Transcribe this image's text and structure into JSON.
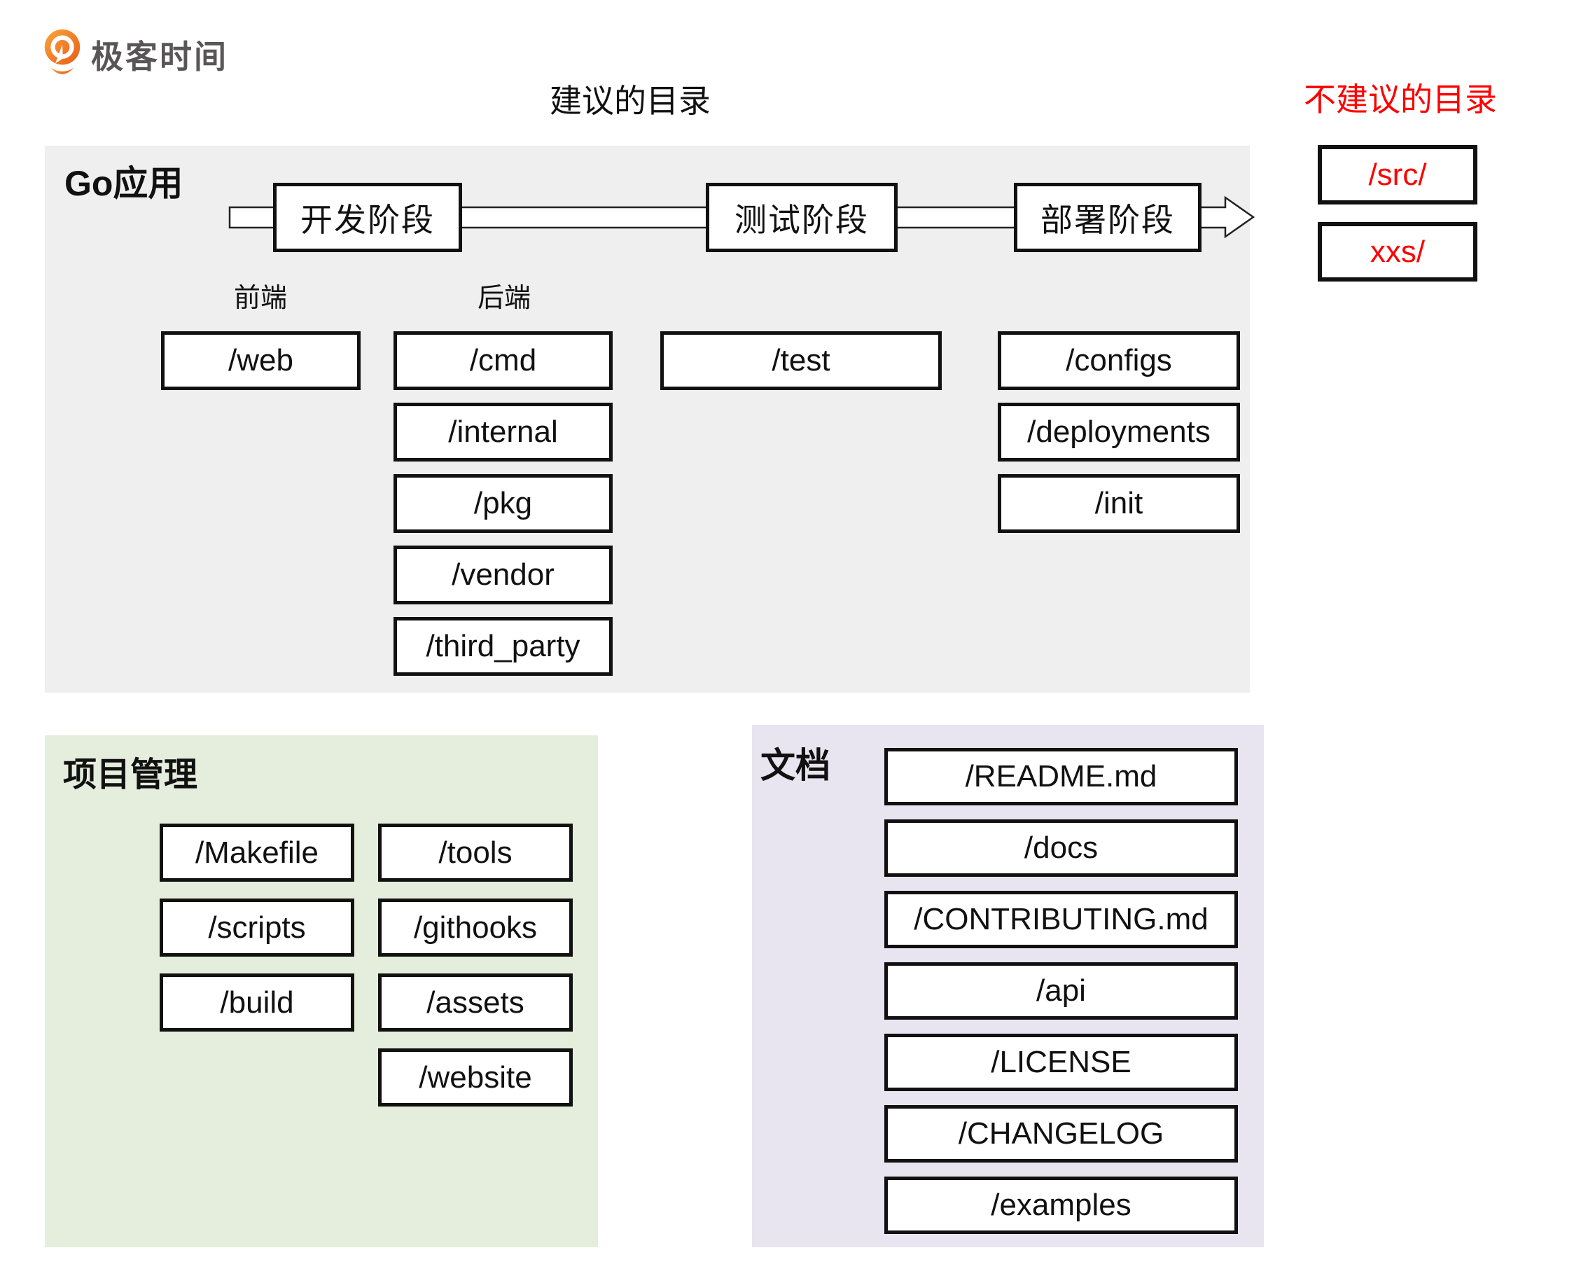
{
  "logo": {
    "brand": "极客时间",
    "icon": "geektime-pin-icon"
  },
  "titles": {
    "recommended": "建议的目录",
    "not_recommended": "不建议的目录"
  },
  "colors": {
    "accent_red": "#fe0000",
    "panel_gray": "#efefef",
    "panel_green": "#e5eedd",
    "panel_lavender": "#e8e5f0",
    "box_border": "#111111",
    "logo_orange": "#ed6a1d",
    "logo_text_gray": "#595657"
  },
  "go_app": {
    "label": "Go应用",
    "stages": [
      "开发阶段",
      "测试阶段",
      "部署阶段"
    ],
    "frontend_label": "前端",
    "backend_label": "后端",
    "frontend_dirs": [
      "/web"
    ],
    "backend_dirs": [
      "/cmd",
      "/internal",
      "/pkg",
      "/vendor",
      "/third_party"
    ],
    "test_dirs": [
      "/test"
    ],
    "deploy_dirs": [
      "/configs",
      "/deployments",
      "/init"
    ]
  },
  "project_management": {
    "label": "项目管理",
    "left_dirs": [
      "/Makefile",
      "/scripts",
      "/build"
    ],
    "right_dirs": [
      "/tools",
      "/githooks",
      "/assets",
      "/website"
    ]
  },
  "docs": {
    "label": "文档",
    "dirs": [
      "/README.md",
      "/docs",
      "/CONTRIBUTING.md",
      "/api",
      "/LICENSE",
      "/CHANGELOG",
      "/examples"
    ]
  },
  "not_recommended": {
    "dirs": [
      "/src/",
      "xxs/"
    ]
  }
}
